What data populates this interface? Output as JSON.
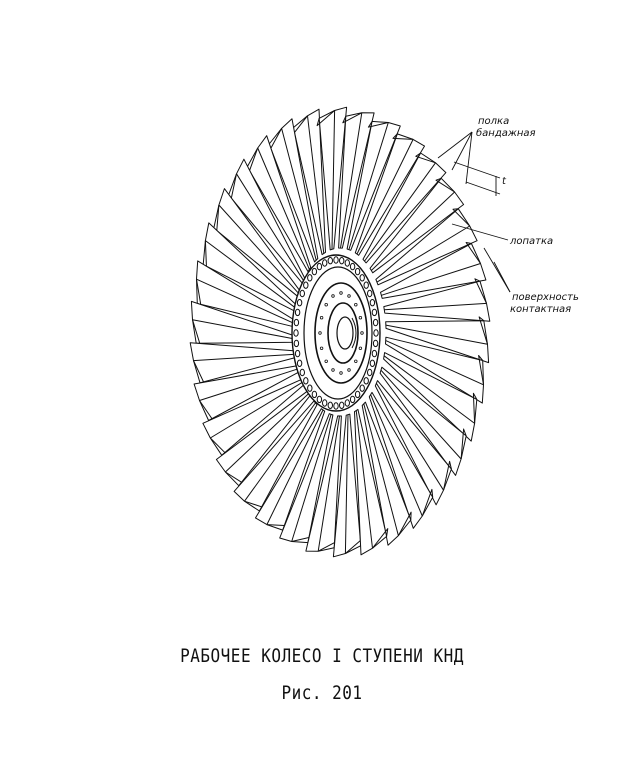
{
  "callouts": {
    "shroud_line1": "полка",
    "shroud_line2": "бандажная",
    "pitch": "t",
    "blade": "лопатка",
    "contact_line1": "поверхность",
    "contact_line2": "контактная"
  },
  "caption": {
    "title": "РАБОЧЕЕ КОЛЕСО I СТУПЕНИ КНД",
    "figure": "Рис. 201"
  },
  "colors": {
    "ink": "#111111",
    "paper": "#ffffff"
  }
}
